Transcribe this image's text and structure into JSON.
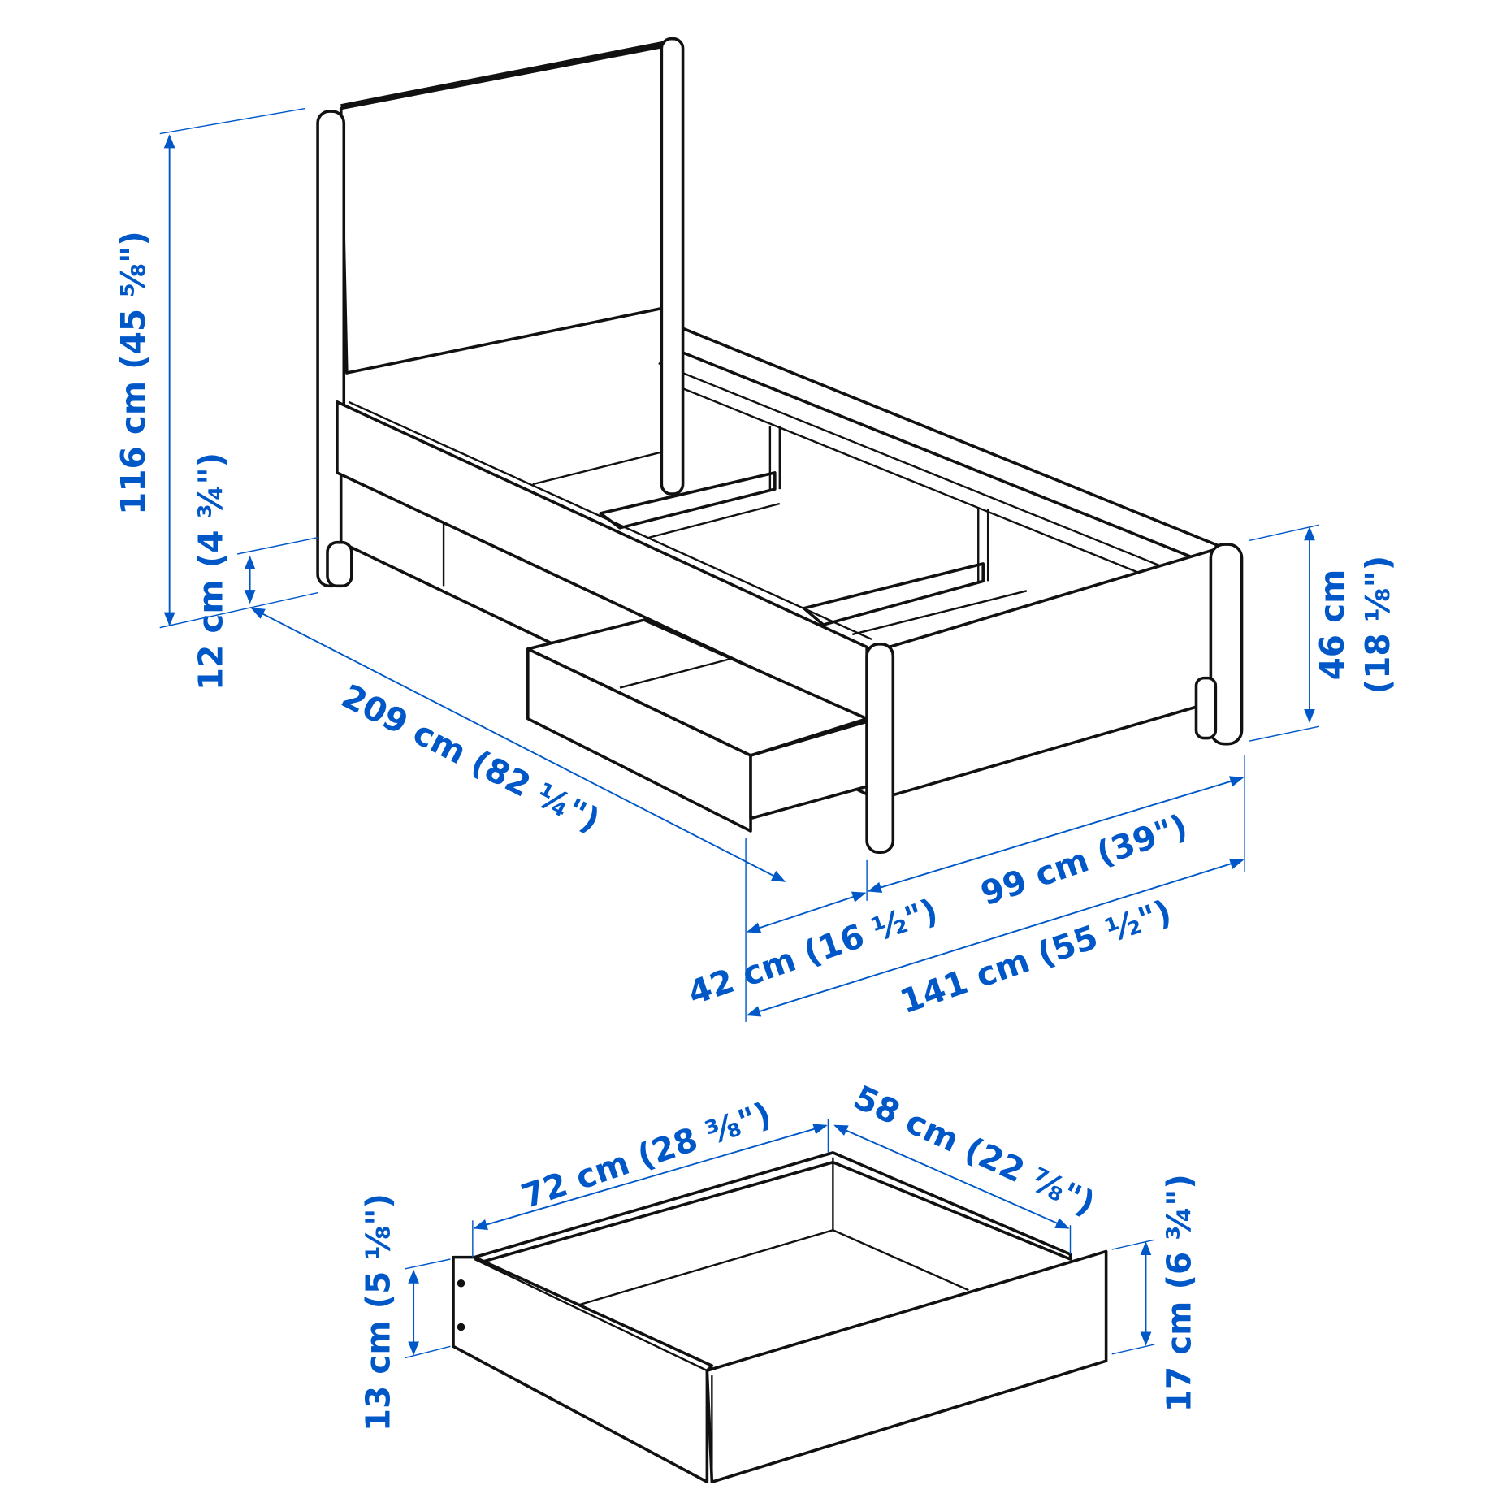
{
  "colors": {
    "dimension": "#0058c8",
    "line": "#111111",
    "background": "#ffffff"
  },
  "bed": {
    "height_total": "116 cm (45 ⅝\")",
    "clearance": "12 cm (4 ¾\")",
    "length": "209 cm (82 ¼\")",
    "frame_height_cm": "46 cm",
    "frame_height_in": "(18 ⅛\")",
    "drawer_open": "42 cm (16 ½\")",
    "width": "99 cm (39\")",
    "width_with_drawer": "141 cm (55 ½\")"
  },
  "drawer": {
    "width": "72 cm (28 ⅜\")",
    "depth": "58 cm (22 ⅞\")",
    "height_back": "13 cm (5 ⅛\")",
    "height_front": "17 cm (6 ¾\")"
  }
}
